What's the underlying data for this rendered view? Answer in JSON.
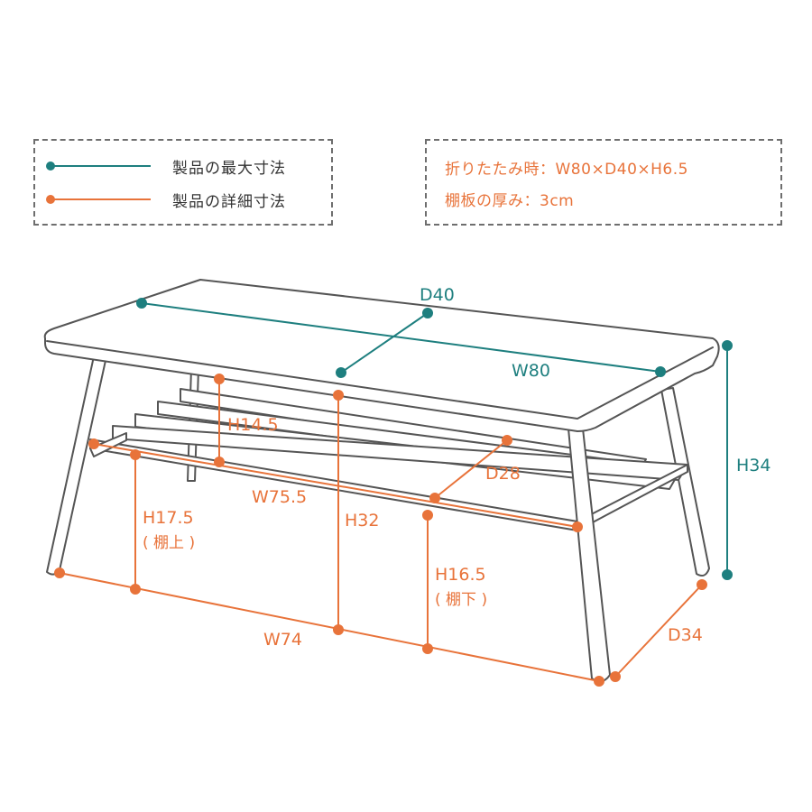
{
  "colors": {
    "teal": "#1e7f7f",
    "orange": "#e8733a",
    "outline": "#555555",
    "text": "#333333"
  },
  "legend": {
    "max_label": "製品の最大寸法",
    "detail_label": "製品の詳細寸法"
  },
  "notes": {
    "folded": "折りたたみ時：W80×D40×H6.5",
    "shelf_thickness": "棚板の厚み：3cm"
  },
  "dimensions": {
    "width_max": "W80",
    "depth_max": "D40",
    "height_max": "H34",
    "shelf_height_gap": "H14.5",
    "shelf_depth": "D28",
    "shelf_width": "W75.5",
    "height_inner": "H32",
    "shelf_upper_height": "H17.5",
    "shelf_upper_sub": "( 棚上 )",
    "shelf_lower_height": "H16.5",
    "shelf_lower_sub": "( 棚下 )",
    "leg_width": "W74",
    "leg_depth": "D34"
  }
}
